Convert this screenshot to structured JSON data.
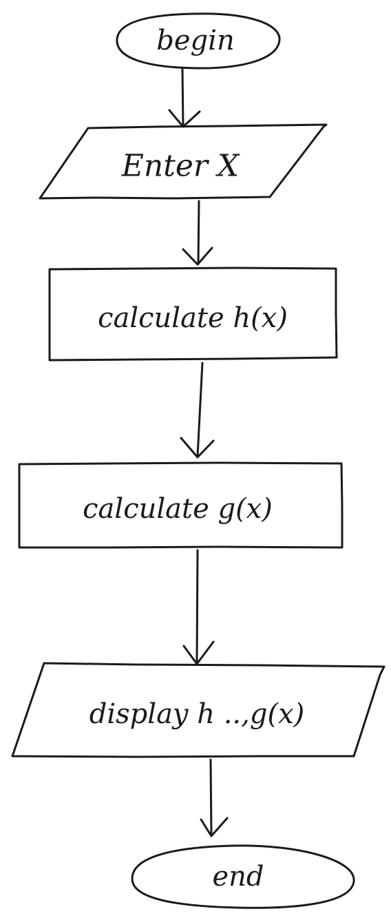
{
  "nodes": [
    {
      "id": "begin",
      "shape": "terminator",
      "label": "begin"
    },
    {
      "id": "enter-x",
      "shape": "io",
      "label": "Enter X"
    },
    {
      "id": "calc-h",
      "shape": "process",
      "label": "calculate h(x)"
    },
    {
      "id": "calc-g",
      "shape": "process",
      "label": "calculate g(x)"
    },
    {
      "id": "display",
      "shape": "io",
      "label": "display h ..,g(x)"
    },
    {
      "id": "end",
      "shape": "terminator",
      "label": "end"
    }
  ],
  "edges": [
    {
      "from": "begin",
      "to": "enter-x"
    },
    {
      "from": "enter-x",
      "to": "calc-h"
    },
    {
      "from": "calc-h",
      "to": "calc-g"
    },
    {
      "from": "calc-g",
      "to": "display"
    },
    {
      "from": "display",
      "to": "end"
    }
  ]
}
